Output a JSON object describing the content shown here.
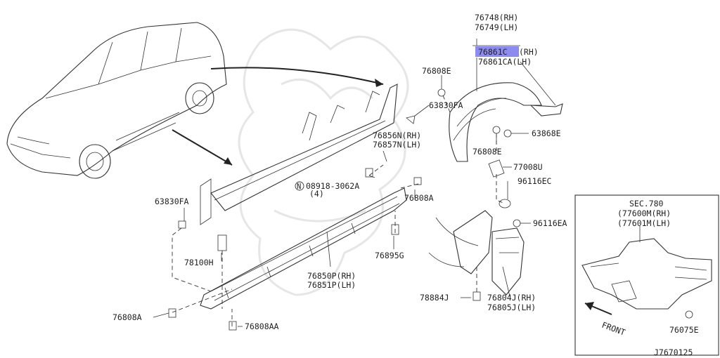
{
  "diagram": {
    "code": "J7670125",
    "inset": {
      "lines": [
        "SEC.780",
        "(77600M(RH)",
        "(77601M(LH)"
      ],
      "front": "FRONT",
      "part": "76075E"
    },
    "highlight_color": "#8c8cf0",
    "labels": {
      "p76748": "76748(RH)",
      "p76749": "76749(LH)",
      "p76861C": "76861C",
      "p76861C_rh": "(RH)",
      "p76861CA": "76861CA(LH)",
      "p76808E_top": "76808E",
      "p63830FA_top": "63830FA",
      "p63868E": "63868E",
      "p76808E_mid": "76808E",
      "p76856N": "76856N(RH)",
      "p76857N": "76857N(LH)",
      "p77008U": "77008U",
      "p96116EC": "96116EC",
      "p08918": "08918-3062A",
      "p08918_qty": "(4)",
      "p76808A_mid": "76808A",
      "p63830FA_left": "63830FA",
      "p96116EA": "96116EA",
      "p76895G": "76895G",
      "p78100H": "78100H",
      "p76850P": "76850P(RH)",
      "p76851P": "76851P(LH)",
      "p78884J": "78884J",
      "p76804J": "76804J(RH)",
      "p76805J": "76805J(LH)",
      "p76808A_bot": "76808A",
      "p76808AA": "76808AA"
    }
  }
}
